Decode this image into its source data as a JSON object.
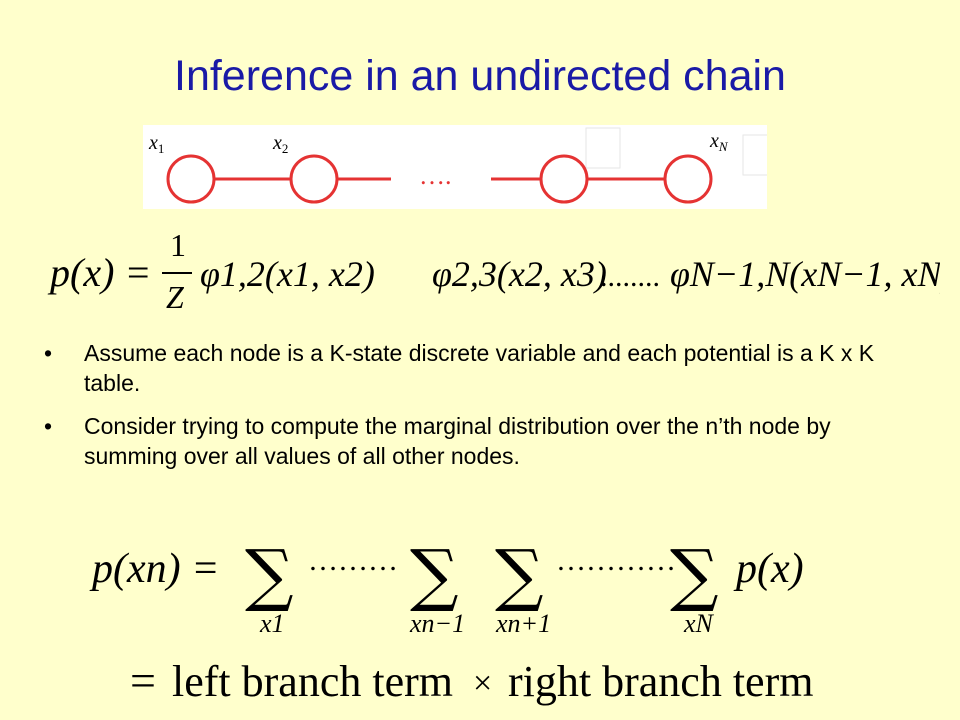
{
  "slide": {
    "title": "Inference in an undirected chain",
    "background_color": "#ffffcc",
    "title_color": "#1a1aa6"
  },
  "diagram": {
    "node_color": "#e53333",
    "ellipsis": "….",
    "nodes": [
      {
        "var": "x",
        "sub": "1"
      },
      {
        "var": "x",
        "sub": "2"
      },
      {
        "var": "",
        "sub": ""
      },
      {
        "var": "x",
        "sub": "N"
      }
    ]
  },
  "formula_joint": {
    "lhs": "p(x) =",
    "fraction_num": "1",
    "fraction_den": "Z",
    "factor1": "φ1,2(x1, x2)",
    "factor2": "φ2,3(x2, x3)",
    "dots": "........",
    "factor3": "φN−1,N(xN−1, xN)"
  },
  "bullets": [
    {
      "marker": "•",
      "text": "Assume each node is a K-state discrete variable and each potential is a K x K table."
    },
    {
      "marker": "•",
      "text": "Consider trying to compute the marginal distribution over the n’th node by summing over all values of all other nodes."
    }
  ],
  "formula_marginal": {
    "lhs": "p(xn) =",
    "sum_symbol": "∑",
    "sum_limits": [
      "x1",
      "xn−1",
      "xn+1",
      "xN"
    ],
    "dots_left": "………",
    "dots_right": "…………",
    "rhs": "p(x)"
  },
  "formula_branch": {
    "eq": "=",
    "left": "left branch term",
    "times": "×",
    "right": "right branch term"
  }
}
